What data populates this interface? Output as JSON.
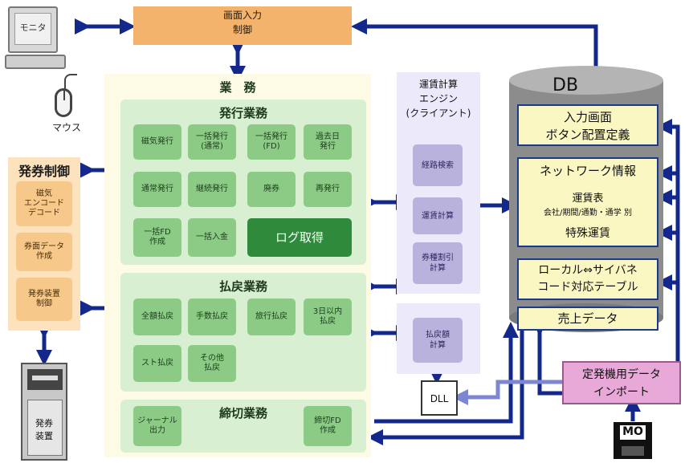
{
  "monitor": {
    "label": "モニタ"
  },
  "mouse": {
    "label": "マウス"
  },
  "screen_input": {
    "label": "画面入力\n制御"
  },
  "gyomu": {
    "title": "業　務"
  },
  "hakko": {
    "title": "発行業務",
    "cells": [
      "磁気発行",
      "一括発行\n(通常)",
      "一括発行\n(FD)",
      "過去日\n発行",
      "通常発行",
      "継続発行",
      "廃券",
      "再発行",
      "一括FD\n作成",
      "一括入金"
    ],
    "log": "ログ取得"
  },
  "haraimodoshi": {
    "title": "払戻業務",
    "cells": [
      "全額払戻",
      "手数払戻",
      "旅行払戻",
      "3日以内\n払戻",
      "スト払戻",
      "その他\n払戻"
    ]
  },
  "shimekiri": {
    "title": "締切業務",
    "cells": [
      "ジャーナル\n出力",
      "締切FD\n作成"
    ]
  },
  "hakken": {
    "title": "発券制御",
    "items": [
      "磁気\nエンコード\nデコード",
      "券面データ\n作成",
      "発券装置\n制御"
    ]
  },
  "terminal": {
    "label": "発券\n装置"
  },
  "engine": {
    "title": "運賃計算\nエンジン\n(クライアント)",
    "items": [
      "経路検索",
      "運賃計算",
      "券種割引\n計算"
    ],
    "refund": "払戻額\n計算"
  },
  "dll": {
    "label": "DLL"
  },
  "db": {
    "title": "DB",
    "boxes": {
      "input_screen": "入力画面\nボタン配置定義",
      "network": "ネットワーク情報",
      "fare_table": "運賃表",
      "fare_sub": "会社/期間/通勤・通学 別",
      "special": "特殊運賃",
      "local": "ローカル⇔サイバネ\nコード対応テーブル",
      "sales": "売上データ"
    }
  },
  "import_box": {
    "label": "定発機用データ\nインポート"
  },
  "mo": {
    "label": "MO"
  },
  "colors": {
    "arrow": "#14288c",
    "light_arrow": "#7d86d0",
    "green_dark": "#2f8a3c"
  }
}
